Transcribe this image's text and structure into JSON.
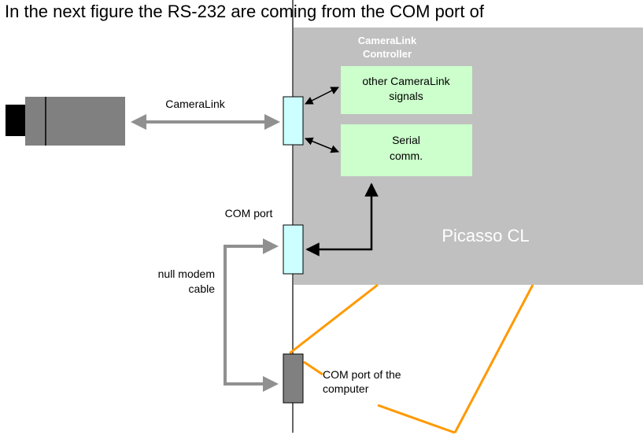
{
  "caption": "In the next figure the RS-232 are coming from the COM port of",
  "board": {
    "name": "Picasso CL",
    "controller_title_line1": "CameraLink",
    "controller_title_line2": "Controller",
    "box_other_line1": "other CameraLink",
    "box_other_line2": "signals",
    "box_serial_line1": "Serial",
    "box_serial_line2": "comm."
  },
  "labels": {
    "cameralink": "CameraLink",
    "com_port": "COM port",
    "null_modem_line1": "null modem",
    "null_modem_line2": "cable",
    "computer_com_line1": "COM port of the",
    "computer_com_line2": "computer"
  },
  "colors": {
    "board_fill": "#c0c0c0",
    "box_fill": "#ccffcc",
    "connector_fill": "#ccffff",
    "computer_connector_fill": "#808080",
    "camera_body": "#808080",
    "camera_lens": "#000000",
    "cable_gray": "#909090",
    "orange_line": "#ff9900"
  }
}
